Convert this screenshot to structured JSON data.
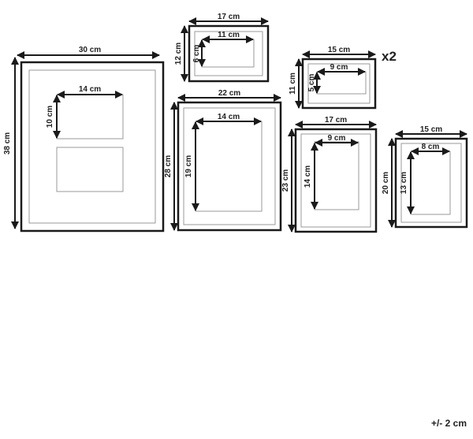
{
  "frames": [
    {
      "width": "30 cm",
      "height": "38 cm",
      "opening_width": "14 cm",
      "opening_height": "10 cm"
    },
    {
      "width": "17 cm",
      "height": "12 cm",
      "opening_width": "11 cm",
      "opening_height": "6 cm"
    },
    {
      "width": "15 cm",
      "height": "11 cm",
      "opening_width": "9 cm",
      "opening_height": "5 cm",
      "quantity": "x2"
    },
    {
      "width": "22 cm",
      "height": "28 cm",
      "opening_width": "14 cm",
      "opening_height": "19 cm"
    },
    {
      "width": "17 cm",
      "height": "23 cm",
      "opening_width": "9 cm",
      "opening_height": "14 cm"
    },
    {
      "width": "15 cm",
      "height": "20 cm",
      "opening_width": "8 cm",
      "opening_height": "13 cm"
    }
  ],
  "tolerance": "+/- 2 cm",
  "colors": {
    "line": "#1a1a1a",
    "mat": "#999999",
    "background": "#ffffff"
  }
}
